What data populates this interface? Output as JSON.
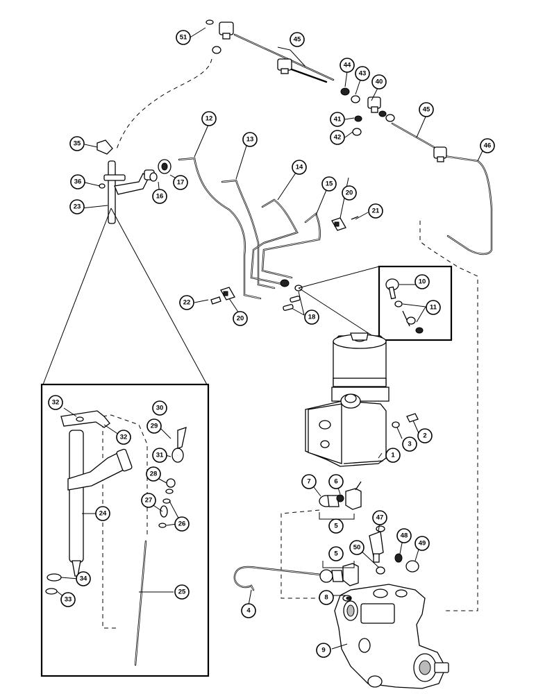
{
  "callouts": {
    "c1": "1",
    "c2": "2",
    "c3": "3",
    "c4": "4",
    "c5a": "5",
    "c5b": "5",
    "c6": "6",
    "c7": "7",
    "c8": "8",
    "c9": "9",
    "c10": "10",
    "c11": "11",
    "c12": "12",
    "c13": "13",
    "c14": "14",
    "c15": "15",
    "c16": "16",
    "c17": "17",
    "c18": "18",
    "c20a": "20",
    "c20b": "20",
    "c21": "21",
    "c22": "22",
    "c23": "23",
    "c24": "24",
    "c25": "25",
    "c26": "26",
    "c27": "27",
    "c28": "28",
    "c29": "29",
    "c30": "30",
    "c31": "31",
    "c32a": "32",
    "c32b": "32",
    "c33": "33",
    "c34": "34",
    "c35": "35",
    "c36": "36",
    "c40": "40",
    "c41": "41",
    "c42": "42",
    "c43": "43",
    "c44": "44",
    "c45a": "45",
    "c45b": "45",
    "c46": "46",
    "c47": "47",
    "c48": "48",
    "c49": "49",
    "c50": "50",
    "c51": "51"
  }
}
